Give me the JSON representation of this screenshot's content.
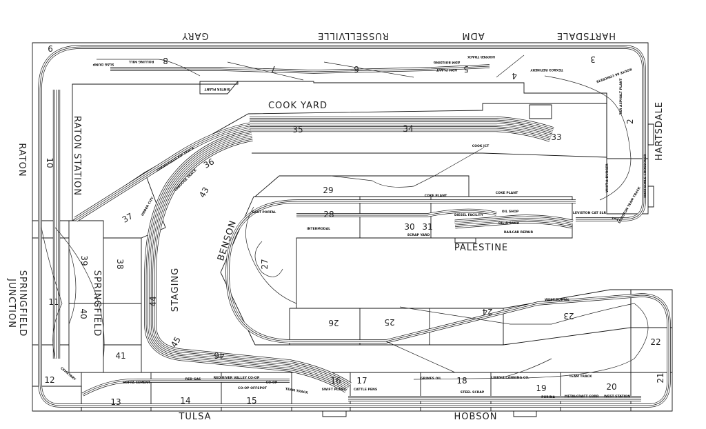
{
  "towns": {
    "gary": "GARY",
    "russellville": "RUSSELLVILLE",
    "adm": "ADM",
    "hartsdale_top": "HARTSDALE",
    "hartsdale_side": "HARTSDALE",
    "raton": "RATON",
    "raton_station": "RATON STATION",
    "springfield_junction_1": "SPRINGFIELD",
    "springfield_junction_2": "JUNCTION",
    "springfield": "SPRINGFIELD",
    "staging": "STAGING",
    "benson": "BENSON",
    "cook_yard": "COOK YARD",
    "palestine": "PALESTINE",
    "tulsa": "TULSA",
    "hobson": "HOBSON"
  },
  "sections": {
    "s1": "1",
    "s2": "2",
    "s3": "3",
    "s4": "4",
    "s5": "5",
    "s6": "6",
    "s7": "7",
    "s8": "8",
    "s9": "9",
    "s10": "10",
    "s11": "11",
    "s12": "12",
    "s13": "13",
    "s14": "14",
    "s15": "15",
    "s16": "16",
    "s17": "17",
    "s18": "18",
    "s19": "19",
    "s20": "20",
    "s21": "21",
    "s22": "22",
    "s23": "23",
    "s24": "24",
    "s25": "25",
    "s26": "26",
    "s27": "27",
    "s28": "28",
    "s29": "29",
    "s30": "30",
    "s31": "31",
    "s33": "33",
    "s34": "34",
    "s35": "35",
    "s36": "36",
    "s37": "37",
    "s38": "38",
    "s39": "39",
    "s40": "40",
    "s41": "41",
    "s43": "43",
    "s44": "44",
    "s45": "45",
    "s46": "46"
  },
  "industries": {
    "slag_dump": "SLAG DUMP",
    "rolling_mill": "ROLLING MILL",
    "sinter_plant": "SINTER PLANT",
    "adm_building": "ADM BUILDING",
    "adm_plant": "ADM PLANT",
    "hopper_track": "HOPPER TRACK",
    "texaco_refinery": "TEXACO REFINERY",
    "route66_concrete": "ROUTE 66 CONCRETE",
    "tar_asphalt_plant": "TAR ASPHALT PLANT",
    "hartsdale_crossover": "HARTSDALE CROSSOVER",
    "whit_a_burger": "WHIT-A-BURGER",
    "leviston_cat_slr": "LEVISTON CAT SLR",
    "leviston_team_track": "LEVISTON TEAM TRACK",
    "coke_plant_1": "COKE PLANT",
    "coke_plant_2": "COKE PLANT",
    "east_portal": "EAST PORTAL",
    "intermodal": "INTERMODAL",
    "scrap_yard": "SCRAP YARD",
    "diesel_facility": "DIESEL FACILITY",
    "oil_shop": "OIL SHOP",
    "oil_sand": "OIL & SAND",
    "railcar_repair": "RAILCAR REPAIR",
    "cook_jct": "COOK JCT",
    "springfield_rip_track": "SPRINGFIELD RIP TRACK",
    "caboose_track": "CABOOSE TRACK",
    "under_city": "UNDER CITY",
    "cemetary": "CEMETARY",
    "hoffa_cement": "HOFFA CEMENT",
    "red_gas": "RED GAS",
    "red_river_coop": "RED RIVER VALLEY CO-OP",
    "coop": "CO-OP",
    "coop_offspot": "CO-OP OFFSPOT",
    "team_track_tulsa": "TEAM TRACK",
    "swift_plant": "SWIFT PLANT",
    "cattle_pens": "CATTLE PENS",
    "grimes_oil": "GRIMES OIL",
    "steel_scrap": "STEEL SCRAP",
    "libbys_canning": "LIBBY'S CANNING CO.",
    "team_track_hobson": "TEAM TRACK",
    "purina": "PURINA",
    "metalcraft": "METALCRAFT CORP.",
    "west_station": "WEST STATION",
    "west_portal": "WEST PORTAL"
  }
}
